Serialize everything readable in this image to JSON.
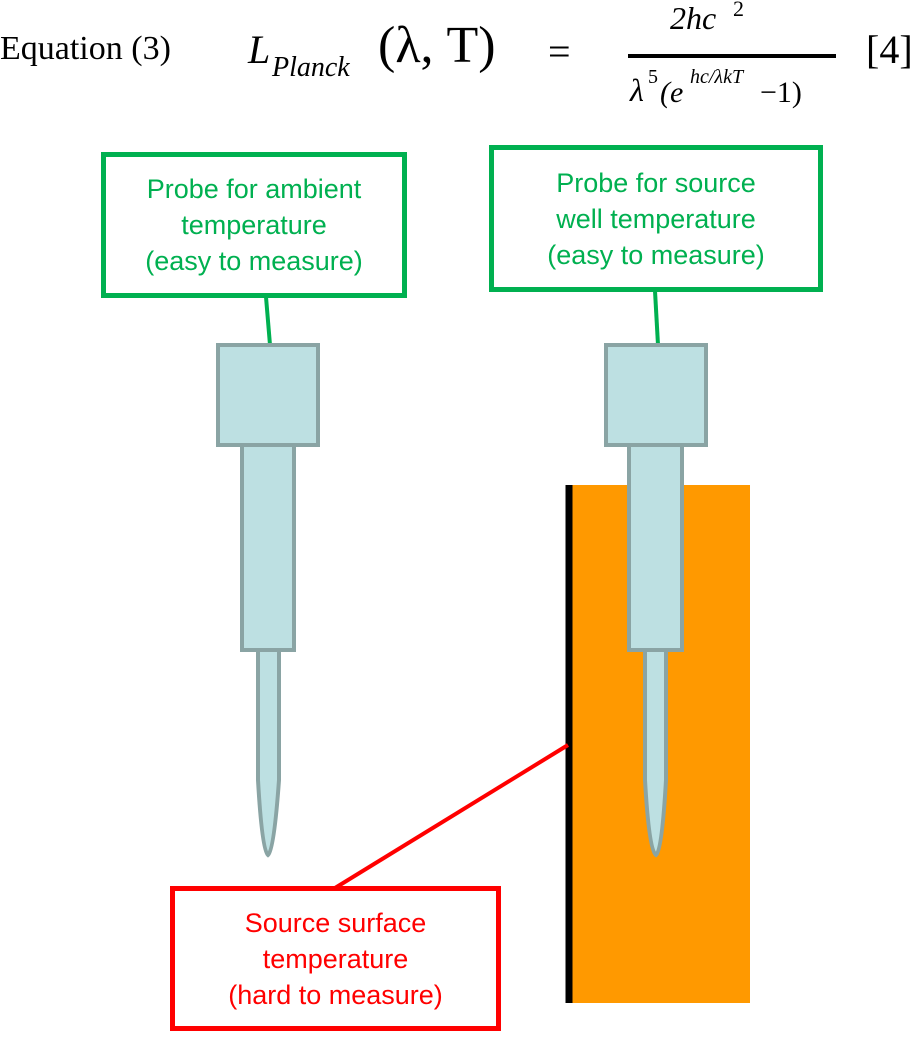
{
  "equation": {
    "label": "Equation (3)",
    "lhs_L": "L",
    "lhs_sub": "Planck",
    "lhs_args": "(λ, T)",
    "equals": "=",
    "numerator": "2hc",
    "num_sup": "2",
    "denom_lambda": "λ",
    "denom_sup5": "5",
    "denom_open": "(e",
    "denom_exp": "hc/λkT",
    "denom_close": "−1)",
    "ref": "[4]"
  },
  "labels": {
    "ambient": [
      "Probe for ambient",
      "temperature",
      "(easy to measure)"
    ],
    "well": [
      "Probe for source",
      "well temperature",
      "(easy to measure)"
    ],
    "surface": [
      "Source surface",
      "temperature",
      "(hard to measure)"
    ]
  },
  "colors": {
    "green": "#00b050",
    "red": "#ff0000",
    "orange": "#ff9900",
    "probe_fill": "#bde0e2",
    "probe_stroke": "#8aa4a4"
  }
}
